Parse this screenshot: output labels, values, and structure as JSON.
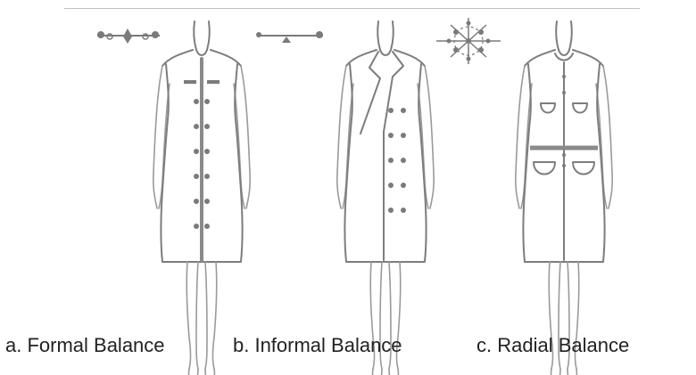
{
  "captions": {
    "formal": "a. Formal Balance",
    "informal": "b. Informal Balance",
    "radial": "c. Radial Balance"
  },
  "icons": {
    "formal_symbol": "symmetrical-seesaw-icon",
    "informal_symbol": "asymmetrical-seesaw-icon",
    "radial_symbol": "radial-starburst-icon"
  },
  "colors": {
    "line": "#7d7d7d",
    "caption": "#222222",
    "rule": "#bfbfbf"
  }
}
